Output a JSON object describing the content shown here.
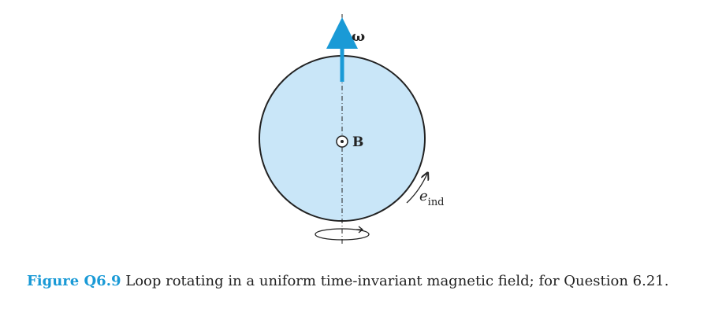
{
  "diagram": {
    "omega_label": "ω",
    "field_label": "B",
    "emf_symbol": "e",
    "emf_subscript": "ind"
  },
  "caption": {
    "label": "Figure Q6.9",
    "text": "Loop rotating in a uniform time-invariant magnetic field; for Question 6.21."
  },
  "colors": {
    "loop_fill": "#c9e6f8",
    "loop_stroke": "#222222",
    "omega_arrow": "#1a9ad6",
    "caption_label": "#1a9ad6",
    "text": "#222222"
  }
}
